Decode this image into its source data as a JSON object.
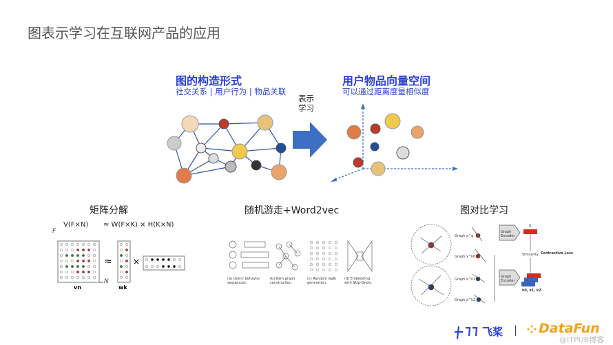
{
  "slide_title": "图表示学习在互联网产品的应用",
  "graph_section": {
    "title": "图的构造形式",
    "subtitle": "社交关系 | 用户行为 | 物品关联"
  },
  "arrow_label": {
    "line1": "表示",
    "line2": "学习"
  },
  "vector_section": {
    "title": "用户物品向量空间",
    "subtitle": "可以通过距离度量相似度"
  },
  "methods": [
    {
      "title": "矩阵分解",
      "formula_v": "V(F×N)",
      "formula_rhs": "≈ W(F×K) × H(K×N)",
      "axis_f": "F",
      "axis_n": "N",
      "label_v": "vn",
      "label_w": "wk",
      "approx": "≈",
      "times": "×"
    },
    {
      "title": "随机游走+Word2vec",
      "captions": [
        "(a) Users' behavior sequences.",
        "(b) Item graph construction.",
        "(c) Random walk generation.",
        "(d) Embedding with Skip-Gram."
      ]
    },
    {
      "title": "图对比学习",
      "graphs": [
        "Graph x^q",
        "Graph x^k0",
        "Graph x^k1",
        "Graph x^k2"
      ],
      "encoder": "Graph Encoder",
      "similarity": "Similarity",
      "loss": "Contrastive Loss",
      "q_label": "q",
      "k_label": "k0, k1, k2"
    }
  ],
  "footer": {
    "brand": "飞桨",
    "separator": "|",
    "partner": "DataFun",
    "watermark": "@ITPUB博客"
  },
  "colors": {
    "accent": "#2a3fd6",
    "arrow": "#3d6fc4",
    "partner": "#f3a317"
  }
}
